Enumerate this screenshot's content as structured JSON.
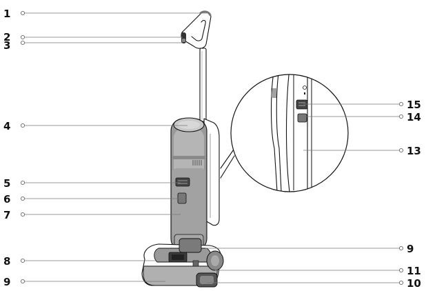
{
  "callouts": {
    "c1": "1",
    "c2": "2",
    "c3": "3",
    "c4": "4",
    "c5": "5",
    "c6": "6",
    "c7": "7",
    "c8": "8",
    "c9_left": "9",
    "c9_right": "9",
    "c10": "10",
    "c11": "11",
    "c13": "13",
    "c14": "14",
    "c15": "15"
  }
}
